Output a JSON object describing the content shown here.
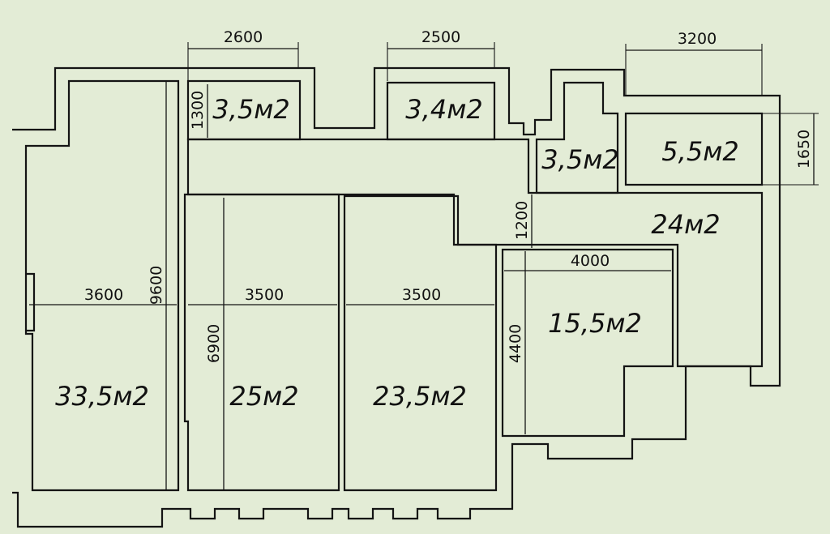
{
  "rooms": [
    {
      "id": "room-1",
      "area": "33,5м2",
      "width": "3600",
      "length": "9600"
    },
    {
      "id": "room-2",
      "area": "25м2",
      "width": "3500",
      "length": "6900"
    },
    {
      "id": "room-3",
      "area": "23,5м2",
      "width": "3500"
    },
    {
      "id": "room-4",
      "area": "15,5м2",
      "width": "4000",
      "length": "4400"
    },
    {
      "id": "room-5",
      "area": "24м2",
      "length": "1200"
    },
    {
      "id": "room-6",
      "area": "3,5м2",
      "width": "2600",
      "length": "1300"
    },
    {
      "id": "room-7",
      "area": "3,4м2",
      "width": "2500"
    },
    {
      "id": "room-8",
      "area": "3,5м2"
    },
    {
      "id": "room-9",
      "area": "5,5м2",
      "width": "3200",
      "length": "1650"
    }
  ]
}
